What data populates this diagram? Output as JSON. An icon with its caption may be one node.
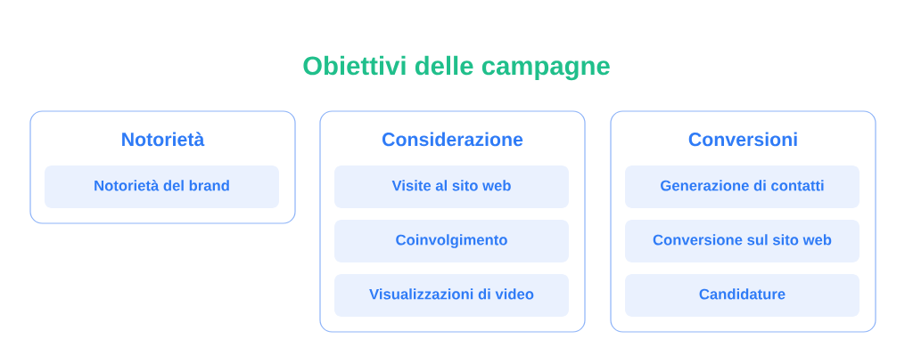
{
  "diagram": {
    "title": "Obiettivi delle campagne",
    "nodes": [
      {
        "text": [
          "Notorietà"
        ]
      },
      {
        "text": [
          "Notorietà del brand"
        ],
        "in": 0
      },
      {
        "text": [
          "Considerazione"
        ]
      },
      {
        "text": [
          "Visite al sito web"
        ],
        "in": 2
      },
      {
        "text": [
          "Coinvolgimento"
        ],
        "in": 2
      },
      {
        "text": [
          "Visualizzazioni di video"
        ],
        "in": 2
      },
      {
        "text": [
          "Conversioni"
        ]
      },
      {
        "text": [
          "Generazione di contatti"
        ],
        "in": 6
      },
      {
        "text": [
          "Conversione sul sito web"
        ],
        "in": 6
      },
      {
        "text": [
          "Candidature"
        ],
        "in": 6
      }
    ]
  }
}
